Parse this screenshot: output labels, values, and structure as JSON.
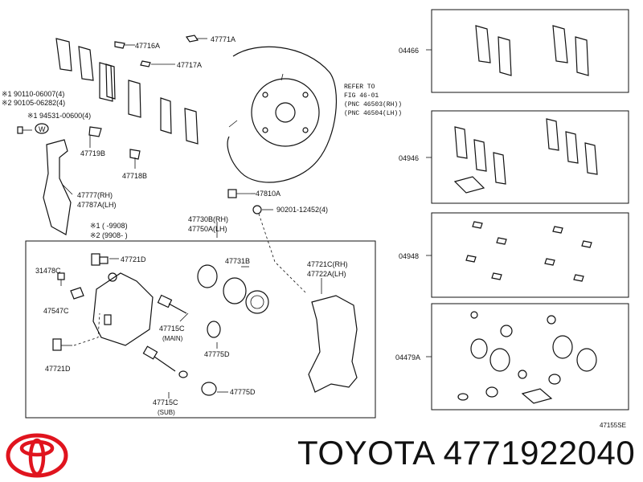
{
  "labels": {
    "l47716A": "47716A",
    "l47771A": "47771A",
    "l47717A": "47717A",
    "lNote1": "※1 90110-06007(4)",
    "lNote2": "※2 90105-06282(4)",
    "l94531": "※1 94531-00600(4)",
    "lW": "W",
    "l47719B": "47719B",
    "l47718B": "47718B",
    "l47777": "47777(RH)",
    "l47787A": "47787A(LH)",
    "lRefer1": "REFER TO",
    "lRefer2": "FIG 46-01",
    "lRefer3": "(PNC 46503(RH))",
    "lRefer4": "(PNC 46504(LH))",
    "l47810A": "47810A",
    "l90201": "90201-12452(4)",
    "l47730B": "47730B(RH)",
    "l47750A": "47750A(LH)",
    "lRange1": "※1 (     -9908)",
    "lRange2": "※2 (9908-     )",
    "l31478C": "31478C",
    "l47721Da": "47721D",
    "l47731B": "47731B",
    "l47721C": "47721C(RH)",
    "l47722A": "47722A(LH)",
    "l47547C": "47547C",
    "l47715Ca": "47715C",
    "lMain": "(MAIN)",
    "l47775Da": "47775D",
    "l47721Db": "47721D",
    "l47715Cb": "47715C",
    "lSub": "(SUB)",
    "l47775Db": "47775D",
    "l04466": "04466",
    "l04946": "04946",
    "l04948": "04948",
    "l04479A": "04479A",
    "lFig": "47155SE"
  },
  "brand": {
    "name": "TOYOTA",
    "part_number": "4771922040",
    "caption": "TOYOTA 4771922040"
  },
  "colors": {
    "line": "#111111",
    "logo": "#e0141e",
    "background": "#ffffff"
  }
}
